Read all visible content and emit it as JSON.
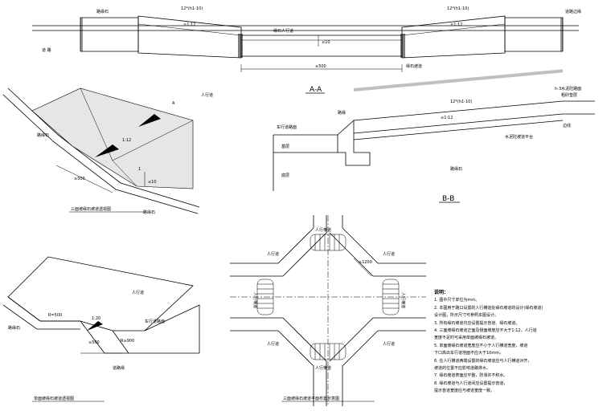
{
  "section_aa": {
    "title": "A-A",
    "labels": {
      "curb_left": "路缘石",
      "road_left": "道 路",
      "slope_left": "12*(h1-10)",
      "slope_right": "12*(h1-10)",
      "ratio_left": "≤1:12",
      "ratio_right": "≤1:12",
      "crosswalk": "缘石人行道",
      "height": "≤10",
      "width": "≥500",
      "side_curb": "缘石坡道",
      "side_edge": "道路边缘"
    }
  },
  "section_bb": {
    "title": "B-B",
    "labels": {
      "top_right": "h-3水泥砼路面",
      "top_right2": "粗砂垫层",
      "curb": "路缘",
      "sidewalk_road": "车行道路面",
      "slope": "12*(h1-10)",
      "ratio": "≤1:12",
      "edge": "边线",
      "base": "基层",
      "subgrade": "底层",
      "ramp_note": "水泥砼坡道平台",
      "curb_stone": "路缘石"
    }
  },
  "three_face": {
    "caption": "三面坡缘石坡道透视图",
    "labels": {
      "sidewalk": "人行道",
      "curb": "路缘石",
      "ratio": "1:12",
      "width": "≥500",
      "height": "≤10",
      "ratio_small": "1",
      "curb2": "路缘石",
      "dim_a": "A"
    }
  },
  "single_face": {
    "caption": "单面坡缘石坡道透视图",
    "labels": {
      "sidewalk": "人行道",
      "curb": "路缘石",
      "r_small": "R=500",
      "ratio": "1:20",
      "width": "≥500",
      "r_big": "R≥900",
      "road": "车行道路面",
      "edge": "道路缘"
    }
  },
  "plan": {
    "caption": "三面坡缘石坡道平面布置示意图",
    "labels": {
      "sidewalk_top": "人行横道",
      "sidewalk_left": "人行横道",
      "sidewalk_right": "人行横道",
      "sidewalk_bottom": "人行横道",
      "pav_tl": "人行道",
      "pav_tr": "人行道",
      "pav_bl": "人行道",
      "pav_br": "人行道",
      "dim": "≥1200"
    }
  },
  "notes": {
    "title": "说明：",
    "items": [
      "1. 图中尺寸单位为mm。",
      "2. 本图用于路口设置的人行横道处缘石坡道的设计(缘石坡道)",
      "   设计图，所示尺寸可参照本图设计。",
      "3. 所有缘石坡道均应设置提示盲道、缘石坡道。",
      "4. 三面坡缘石坡道正面及侧面坡度应不大于1:12，人行道",
      "   宽度不足时可采用单面坡缘石坡道。",
      "5. 单面坡缘石坡道宽度应不小于人行横道宽度，坡道",
      "   下口高出车行道地面不应大于10mm。",
      "6. 在人行横道两端设置的缘石坡道应与人行横道对齐，",
      "   坡道的位置不应影响道路排水。",
      "7. 缘石坡道表面应平整，防滑并不积水。",
      "8. 缘石坡道与人行道间应设置提示盲道，",
      "   提示盲道宽度应与坡道宽度一致。"
    ]
  }
}
